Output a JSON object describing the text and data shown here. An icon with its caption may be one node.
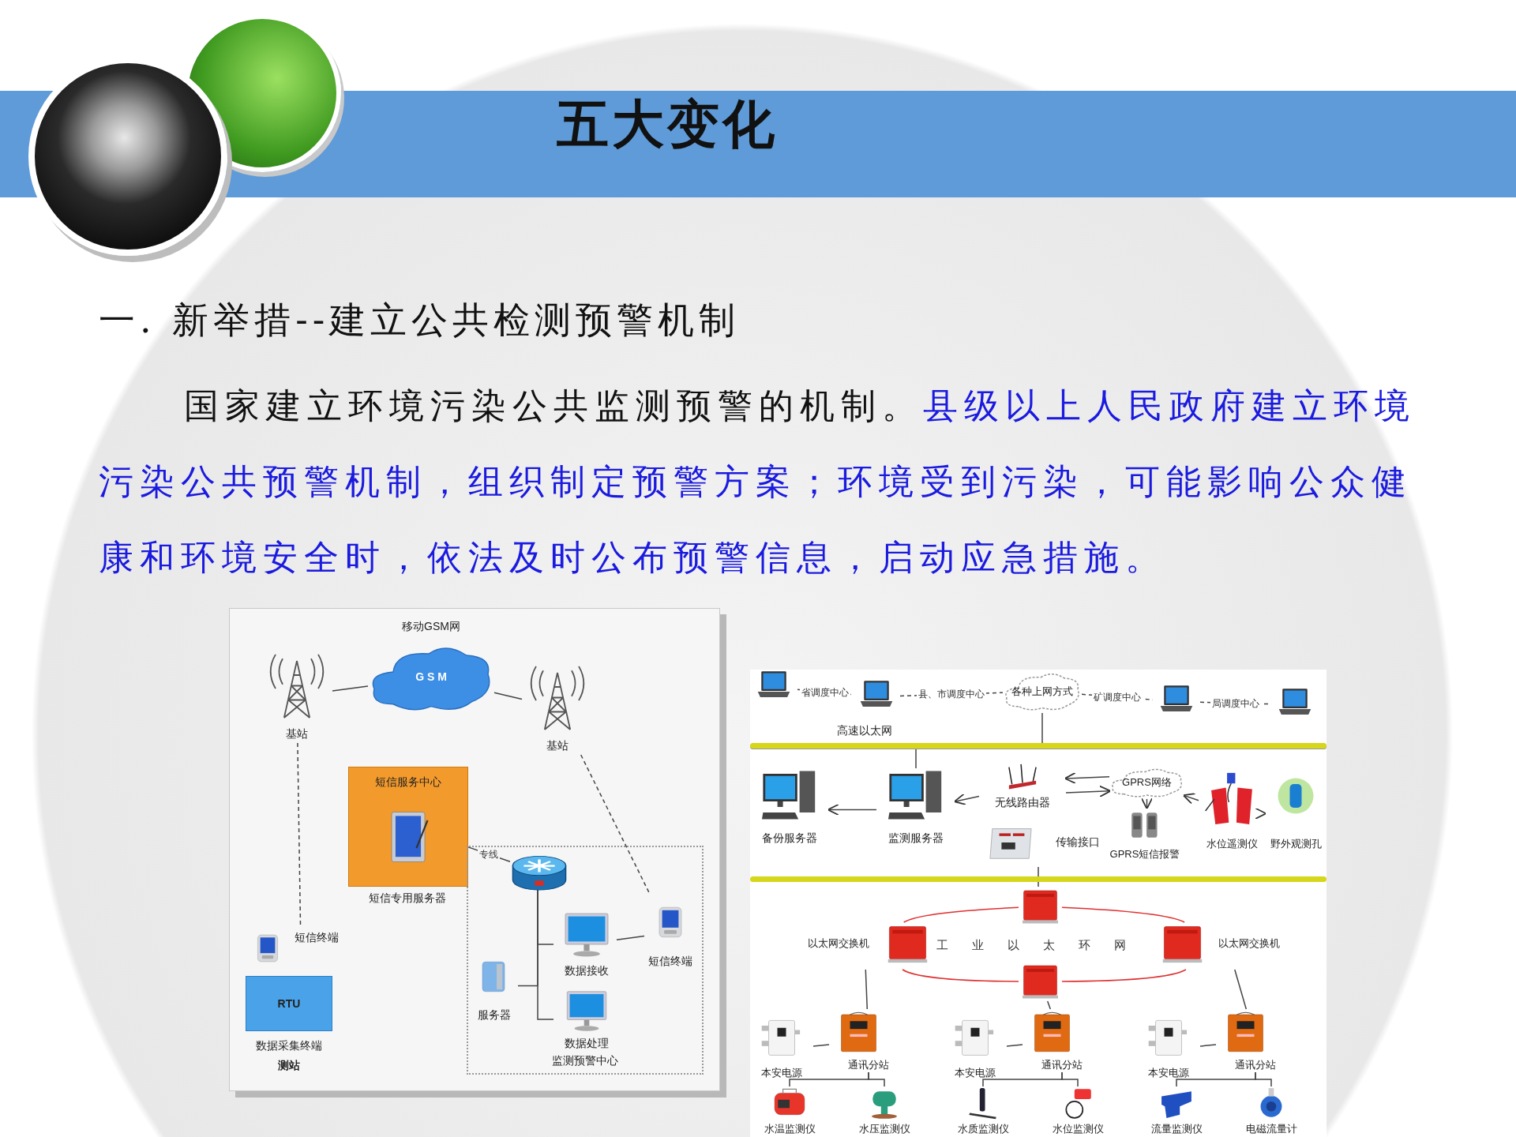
{
  "diagram": {
    "title": "五大变化",
    "nodes": [
      {
        "text": [
          "基站"
        ]
      },
      {
        "text": [
          "G S M"
        ],
        "beside": [
          "移动GSM网"
        ]
      },
      {
        "text": [
          "基站"
        ]
      },
      {
        "text": [
          "短信服务中心"
        ],
        "beside": [
          "短信专用服务器"
        ]
      },
      {
        "text": [
          "监测预警中心"
        ]
      },
      {
        "text": [],
        "shape": "picture",
        "in": 4
      },
      {
        "text": [
          "数据接收"
        ],
        "in": 4
      },
      {
        "text": [
          "短信终端"
        ],
        "in": 4
      },
      {
        "text": [
          "服务器"
        ],
        "in": 4
      },
      {
        "text": [
          "数据处理"
        ],
        "in": 4
      },
      {
        "text": [
          "短信终端"
        ]
      },
      {
        "text": [
          "RTU"
        ],
        "beside": [
          "数据采集终端",
          "测站"
        ]
      },
      {
        "text": [],
        "shape": "picture"
      },
      {
        "text": [],
        "shape": "picture"
      },
      {
        "text": [
          "各种上网方式"
        ]
      },
      {
        "text": [],
        "shape": "picture"
      },
      {
        "text": [],
        "shape": "picture"
      },
      {
        "text": [
          "高速以太网"
        ]
      },
      {
        "text": [
          "备份服务器"
        ]
      },
      {
        "text": [
          "监测服务器"
        ]
      },
      {
        "text": [
          "无线路由器"
        ]
      },
      {
        "text": [
          "传输接口"
        ]
      },
      {
        "text": [
          "GPRS网络"
        ]
      },
      {
        "text": [
          "GPRS短信报警"
        ]
      },
      {
        "text": [
          "水位遥测仪"
        ]
      },
      {
        "text": [
          "野外观测孔"
        ]
      },
      {
        "text": [],
        "shape": "bar"
      },
      {
        "text": [],
        "shape": "picture"
      },
      {
        "text": [
          "以太网交换机"
        ]
      },
      {
        "text": [
          "以太网交换机"
        ]
      },
      {
        "text": [],
        "shape": "picture"
      },
      {
        "text": [
          "本安电源"
        ]
      },
      {
        "text": [
          "通讯分站"
        ]
      },
      {
        "text": [
          "水温监测仪"
        ]
      },
      {
        "text": [
          "水压监测仪"
        ]
      },
      {
        "text": [
          "本安电源"
        ]
      },
      {
        "text": [
          "通讯分站"
        ]
      },
      {
        "text": [
          "水质监测仪"
        ]
      },
      {
        "text": [
          "水位监测仪"
        ]
      },
      {
        "text": [
          "本安电源"
        ]
      },
      {
        "text": [
          "通讯分站"
        ]
      },
      {
        "text": [
          "流量监测仪"
        ]
      },
      {
        "text": [
          "电磁流量计"
        ]
      }
    ],
    "edges": [
      {
        "from": 0,
        "to": 1,
        "arrow": "none"
      },
      {
        "from": 1,
        "to": 2,
        "arrow": "none"
      },
      {
        "from": 0,
        "to": 10,
        "arrow": "none",
        "style": "dashed"
      },
      {
        "from": 2,
        "to": 7,
        "arrow": "none",
        "style": "dashed"
      },
      {
        "from": 3,
        "to": 5,
        "arrow": "none",
        "label": "专线"
      },
      {
        "from": 5,
        "to": 6,
        "arrow": "none"
      },
      {
        "from": 5,
        "to": 8,
        "arrow": "none"
      },
      {
        "from": 5,
        "to": 9,
        "arrow": "none"
      },
      {
        "from": 6,
        "to": 7,
        "arrow": "none"
      },
      {
        "from": 12,
        "to": 13,
        "arrow": "none",
        "style": "dashed",
        "label": "省调度中心"
      },
      {
        "from": 13,
        "to": 14,
        "arrow": "none",
        "style": "dashed",
        "label": "县、市调度中心"
      },
      {
        "from": 14,
        "to": 15,
        "arrow": "none",
        "style": "dashed",
        "label": "矿调度中心"
      },
      {
        "from": 15,
        "to": 16,
        "arrow": "none",
        "style": "dashed",
        "label": "局调度中心"
      },
      {
        "from": 14,
        "to": 17,
        "arrow": "none"
      },
      {
        "from": 19,
        "to": 17,
        "arrow": "none"
      },
      {
        "from": 19,
        "to": 18,
        "arrow": "to"
      },
      {
        "from": 20,
        "to": 19,
        "arrow": "to"
      },
      {
        "from": 22,
        "to": 20,
        "arrow": "to"
      },
      {
        "from": 20,
        "to": 22,
        "arrow": "to"
      },
      {
        "from": 22,
        "to": 23,
        "arrow": "to"
      },
      {
        "from": 24,
        "to": 22,
        "arrow": "to"
      },
      {
        "from": 25,
        "to": 24,
        "arrow": "to"
      },
      {
        "from": 21,
        "to": 26,
        "arrow": "none"
      },
      {
        "from": 26,
        "to": 27,
        "arrow": "none"
      },
      {
        "from": 27,
        "to": 28,
        "arrow": "none",
        "color": "#e03030"
      },
      {
        "from": 28,
        "to": 30,
        "arrow": "none",
        "color": "#e03030"
      },
      {
        "from": 30,
        "to": 29,
        "arrow": "none",
        "color": "#e03030"
      },
      {
        "from": 29,
        "to": 27,
        "arrow": "none",
        "color": "#e03030"
      },
      {
        "from": 28,
        "to": 32,
        "arrow": "none"
      },
      {
        "from": 31,
        "to": 32,
        "arrow": "none"
      },
      {
        "from": 32,
        "to": 33,
        "arrow": "none"
      },
      {
        "from": 32,
        "to": 34,
        "arrow": "none"
      },
      {
        "from": 30,
        "to": 36,
        "arrow": "none"
      },
      {
        "from": 35,
        "to": 36,
        "arrow": "none"
      },
      {
        "from": 36,
        "to": 37,
        "arrow": "none"
      },
      {
        "from": 36,
        "to": 38,
        "arrow": "none"
      },
      {
        "from": 29,
        "to": 40,
        "arrow": "none"
      },
      {
        "from": 39,
        "to": 40,
        "arrow": "none"
      },
      {
        "from": 40,
        "to": 41,
        "arrow": "none"
      },
      {
        "from": 40,
        "to": 42,
        "arrow": "none"
      }
    ],
    "labels": [
      "一. 新举措--建立公共检测预警机制",
      "国家建立环境污染公共监测预警的机制。",
      "县级以上人民政府建立环境污染公共预警机制，组织制定预警方案；环境受到污染，可能影响公众健康和环境安全时，依法及时公布预警信息，启动应急措施。",
      "工业以太环网"
    ]
  }
}
